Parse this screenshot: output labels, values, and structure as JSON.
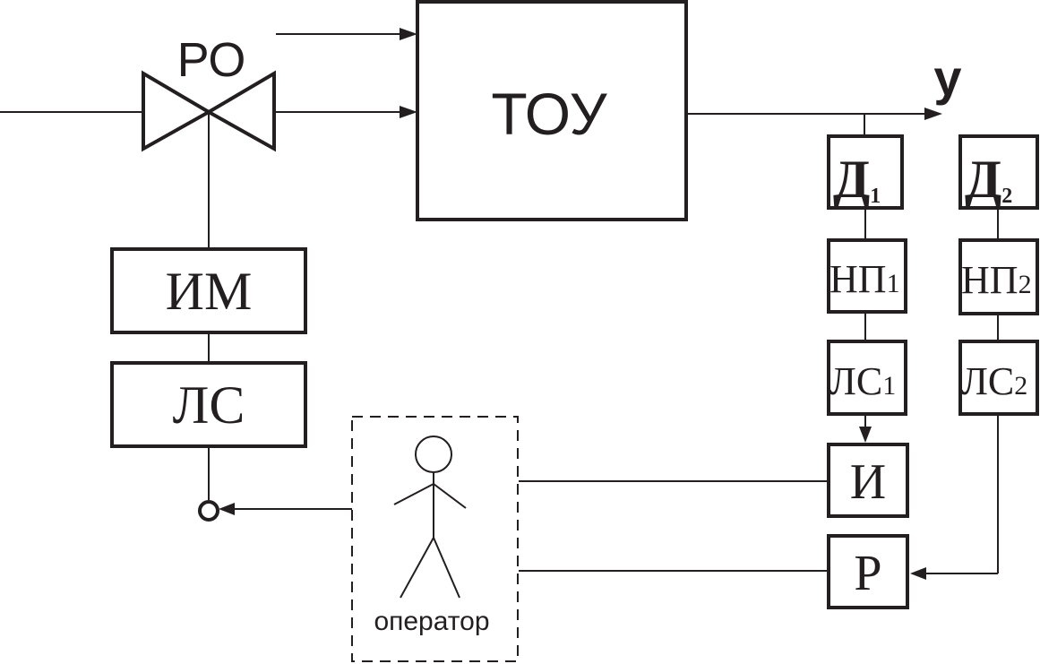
{
  "labels": {
    "valve": "РО",
    "object": "ТОУ",
    "output": "у",
    "actuator": "ИМ",
    "link_left": "ЛС",
    "sensor1": "Д",
    "sensor1_sub": "1",
    "sensor2": "Д",
    "sensor2_sub": "2",
    "converter1": "НП",
    "converter1_sub": "1",
    "converter2": "НП",
    "converter2_sub": "2",
    "link1": "ЛС",
    "link1_sub": "1",
    "link2": "ЛС",
    "link2_sub": "2",
    "indicator": "И",
    "recorder": "Р",
    "operator": "оператор"
  },
  "colors": {
    "ink": "#231f20",
    "background": "#ffffff"
  }
}
